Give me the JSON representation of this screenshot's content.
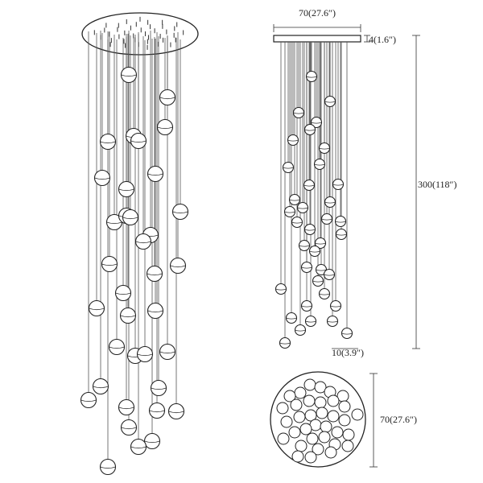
{
  "dimensions": {
    "top_width": "70(27.6″)",
    "canopy_height": "4(1.6″)",
    "overall_drop": "300(118″)",
    "ball_diameter": "10(3.9″)",
    "plan_diameter": "70(27.6″)"
  }
}
